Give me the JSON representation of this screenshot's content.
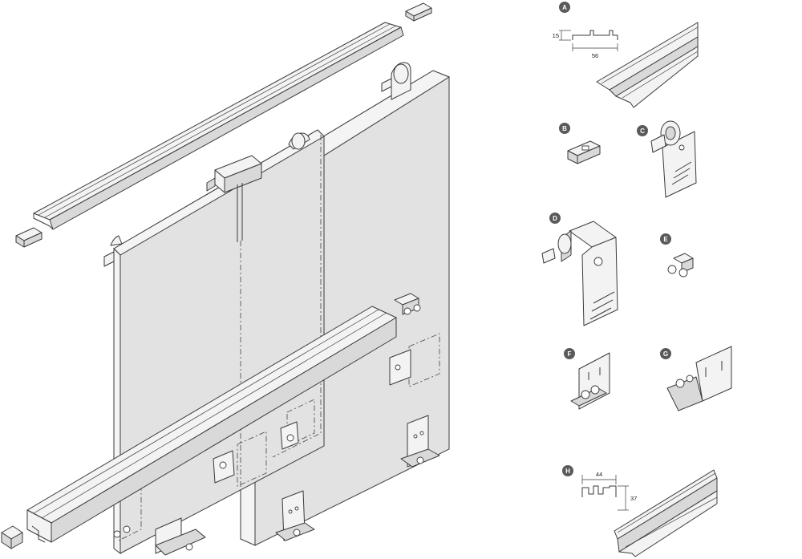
{
  "diagram": {
    "parts": [
      {
        "id": "A",
        "dims": [
          "15",
          "56"
        ]
      },
      {
        "id": "B"
      },
      {
        "id": "C"
      },
      {
        "id": "D"
      },
      {
        "id": "E"
      },
      {
        "id": "F"
      },
      {
        "id": "G"
      },
      {
        "id": "H",
        "dims": [
          "44",
          "37"
        ]
      }
    ]
  }
}
